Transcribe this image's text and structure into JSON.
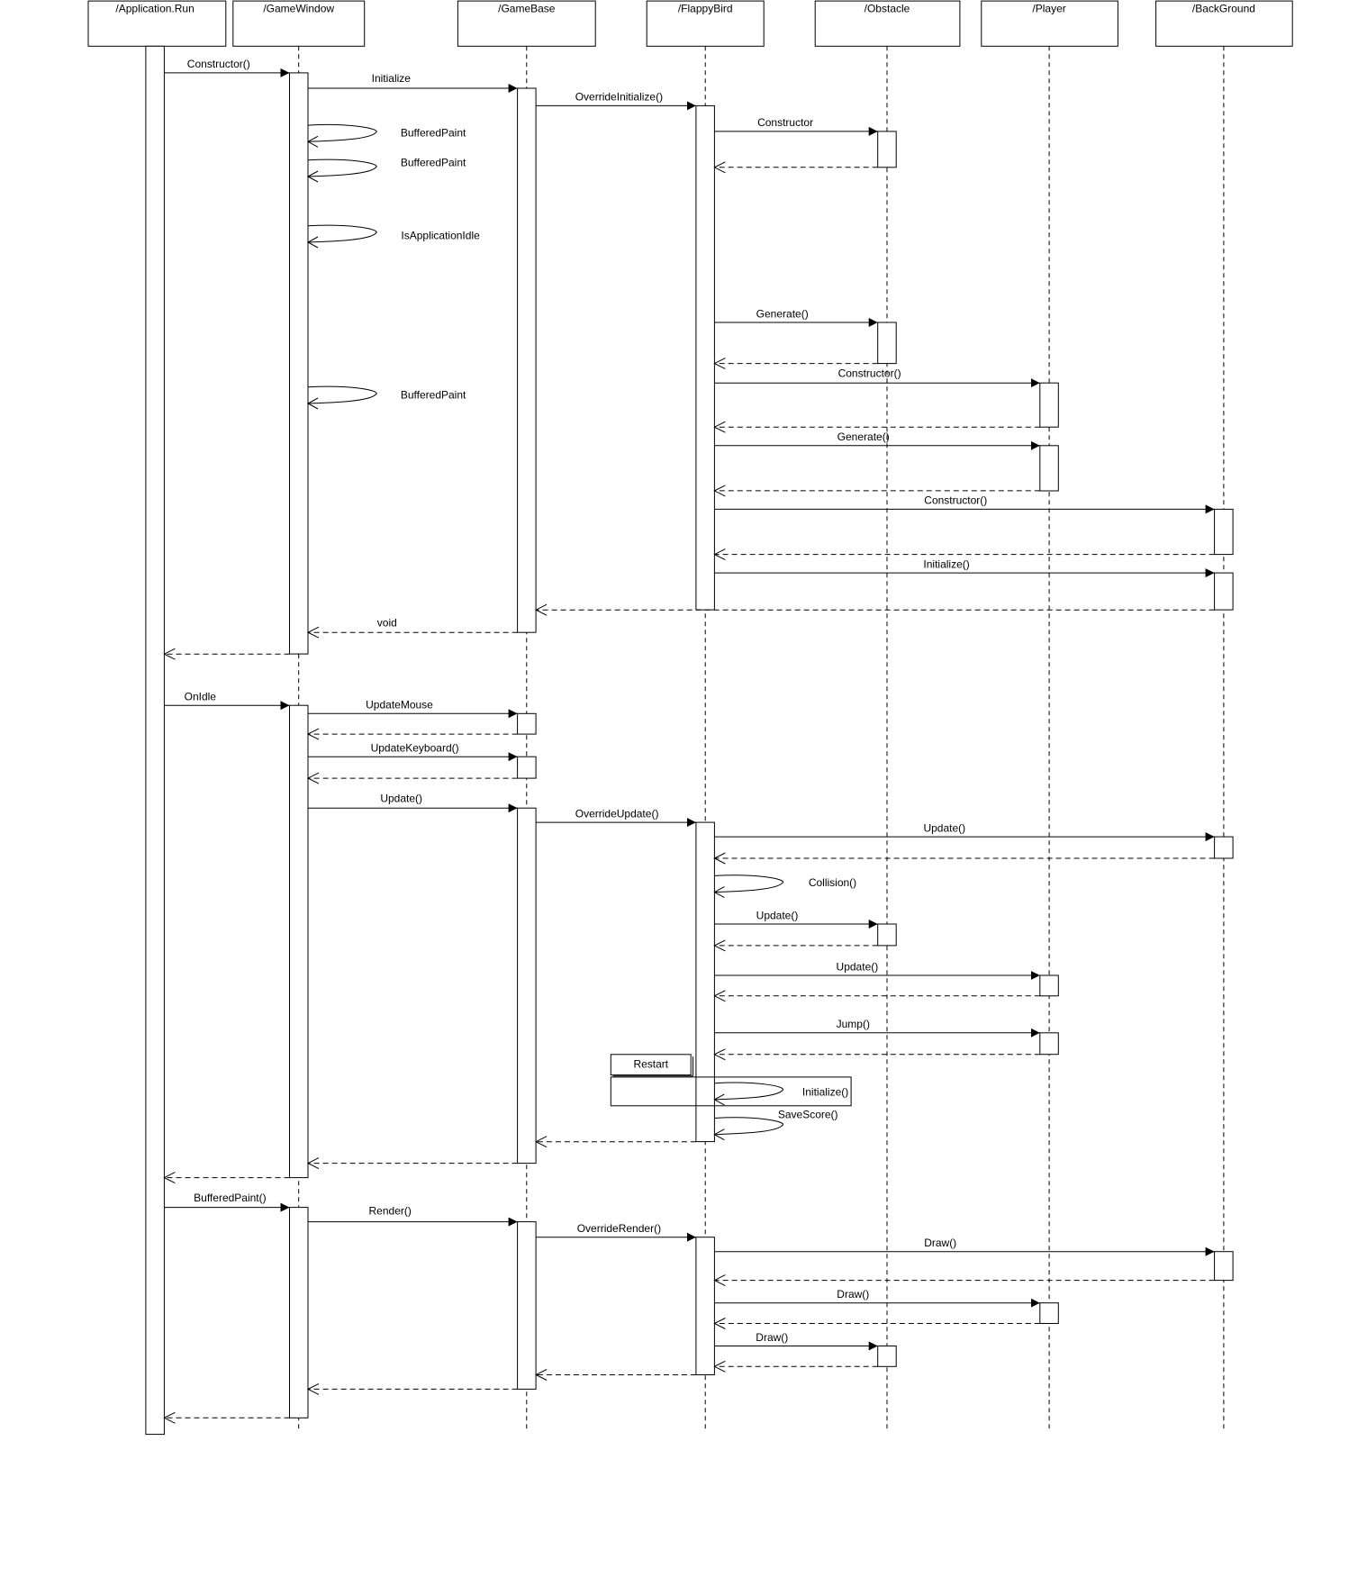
{
  "diagram": {
    "lifelines": [
      {
        "id": "app",
        "name": "/Application.Run"
      },
      {
        "id": "gw",
        "name": "/GameWindow"
      },
      {
        "id": "gb",
        "name": "/GameBase"
      },
      {
        "id": "fb",
        "name": "/FlappyBird"
      },
      {
        "id": "ob",
        "name": "/Obstacle"
      },
      {
        "id": "pl",
        "name": "/Player"
      },
      {
        "id": "bg",
        "name": "/BackGround"
      }
    ],
    "messages": [
      {
        "from": "app",
        "to": "gw",
        "label": "Constructor()",
        "kind": "call"
      },
      {
        "from": "gw",
        "to": "gb",
        "label": "Initialize",
        "kind": "call"
      },
      {
        "from": "gb",
        "to": "fb",
        "label": "OverrideInitialize()",
        "kind": "call"
      },
      {
        "from": "fb",
        "to": "ob",
        "label": "Constructor",
        "kind": "call"
      },
      {
        "from": "ob",
        "to": "fb",
        "label": "",
        "kind": "return"
      },
      {
        "from": "gw",
        "to": "gw",
        "label": "BufferedPaint",
        "kind": "self"
      },
      {
        "from": "gw",
        "to": "gw",
        "label": "BufferedPaint",
        "kind": "self"
      },
      {
        "from": "gw",
        "to": "gw",
        "label": "IsApplicationIdle",
        "kind": "self"
      },
      {
        "from": "fb",
        "to": "ob",
        "label": "Generate()",
        "kind": "call"
      },
      {
        "from": "ob",
        "to": "fb",
        "label": "",
        "kind": "return"
      },
      {
        "from": "fb",
        "to": "pl",
        "label": "Constructor()",
        "kind": "call"
      },
      {
        "from": "gw",
        "to": "gw",
        "label": "BufferedPaint",
        "kind": "self"
      },
      {
        "from": "pl",
        "to": "fb",
        "label": "",
        "kind": "return"
      },
      {
        "from": "fb",
        "to": "pl",
        "label": "Generate()",
        "kind": "call"
      },
      {
        "from": "pl",
        "to": "fb",
        "label": "",
        "kind": "return"
      },
      {
        "from": "fb",
        "to": "bg",
        "label": "Constructor()",
        "kind": "call"
      },
      {
        "from": "bg",
        "to": "fb",
        "label": "",
        "kind": "return"
      },
      {
        "from": "fb",
        "to": "bg",
        "label": "Initialize()",
        "kind": "call"
      },
      {
        "from": "bg",
        "to": "gb",
        "label": "",
        "kind": "return"
      },
      {
        "from": "gb",
        "to": "gw",
        "label": "void",
        "kind": "return"
      },
      {
        "from": "gw",
        "to": "app",
        "label": "",
        "kind": "return"
      },
      {
        "from": "app",
        "to": "gw",
        "label": "OnIdle",
        "kind": "call"
      },
      {
        "from": "gw",
        "to": "gb",
        "label": "UpdateMouse",
        "kind": "call"
      },
      {
        "from": "gb",
        "to": "gw",
        "label": "",
        "kind": "return"
      },
      {
        "from": "gw",
        "to": "gb",
        "label": "UpdateKeyboard()",
        "kind": "call"
      },
      {
        "from": "gb",
        "to": "gw",
        "label": "",
        "kind": "return"
      },
      {
        "from": "gw",
        "to": "gb",
        "label": "Update()",
        "kind": "call"
      },
      {
        "from": "gb",
        "to": "fb",
        "label": "OverrideUpdate()",
        "kind": "call"
      },
      {
        "from": "fb",
        "to": "bg",
        "label": "Update()",
        "kind": "call"
      },
      {
        "from": "bg",
        "to": "fb",
        "label": "",
        "kind": "return"
      },
      {
        "from": "fb",
        "to": "fb",
        "label": "Collision()",
        "kind": "self"
      },
      {
        "from": "fb",
        "to": "ob",
        "label": "Update()",
        "kind": "call"
      },
      {
        "from": "ob",
        "to": "fb",
        "label": "",
        "kind": "return"
      },
      {
        "from": "fb",
        "to": "pl",
        "label": "Update()",
        "kind": "call"
      },
      {
        "from": "pl",
        "to": "fb",
        "label": "",
        "kind": "return"
      },
      {
        "from": "fb",
        "to": "pl",
        "label": "Jump()",
        "kind": "call"
      },
      {
        "from": "pl",
        "to": "fb",
        "label": "",
        "kind": "return"
      },
      {
        "from": "fb",
        "to": "fb",
        "label": "Initialize()",
        "kind": "self"
      },
      {
        "from": "fb",
        "to": "fb",
        "label": "SaveScore()",
        "kind": "self"
      },
      {
        "from": "fb",
        "to": "gb",
        "label": "",
        "kind": "return"
      },
      {
        "from": "gb",
        "to": "gw",
        "label": "",
        "kind": "return"
      },
      {
        "from": "gw",
        "to": "app",
        "label": "",
        "kind": "return"
      },
      {
        "from": "app",
        "to": "gw",
        "label": "BufferedPaint()",
        "kind": "call"
      },
      {
        "from": "gw",
        "to": "gb",
        "label": "Render()",
        "kind": "call"
      },
      {
        "from": "gb",
        "to": "fb",
        "label": "OverrideRender()",
        "kind": "call"
      },
      {
        "from": "fb",
        "to": "bg",
        "label": "Draw()",
        "kind": "call"
      },
      {
        "from": "bg",
        "to": "fb",
        "label": "",
        "kind": "return"
      },
      {
        "from": "fb",
        "to": "pl",
        "label": "Draw()",
        "kind": "call"
      },
      {
        "from": "pl",
        "to": "fb",
        "label": "",
        "kind": "return"
      },
      {
        "from": "fb",
        "to": "ob",
        "label": "Draw()",
        "kind": "call"
      },
      {
        "from": "ob",
        "to": "fb",
        "label": "",
        "kind": "return"
      },
      {
        "from": "fb",
        "to": "gb",
        "label": "",
        "kind": "return"
      },
      {
        "from": "gb",
        "to": "gw",
        "label": "",
        "kind": "return"
      },
      {
        "from": "gw",
        "to": "app",
        "label": "",
        "kind": "return"
      }
    ],
    "fragment": {
      "label": "Restart",
      "on": "fb"
    }
  }
}
